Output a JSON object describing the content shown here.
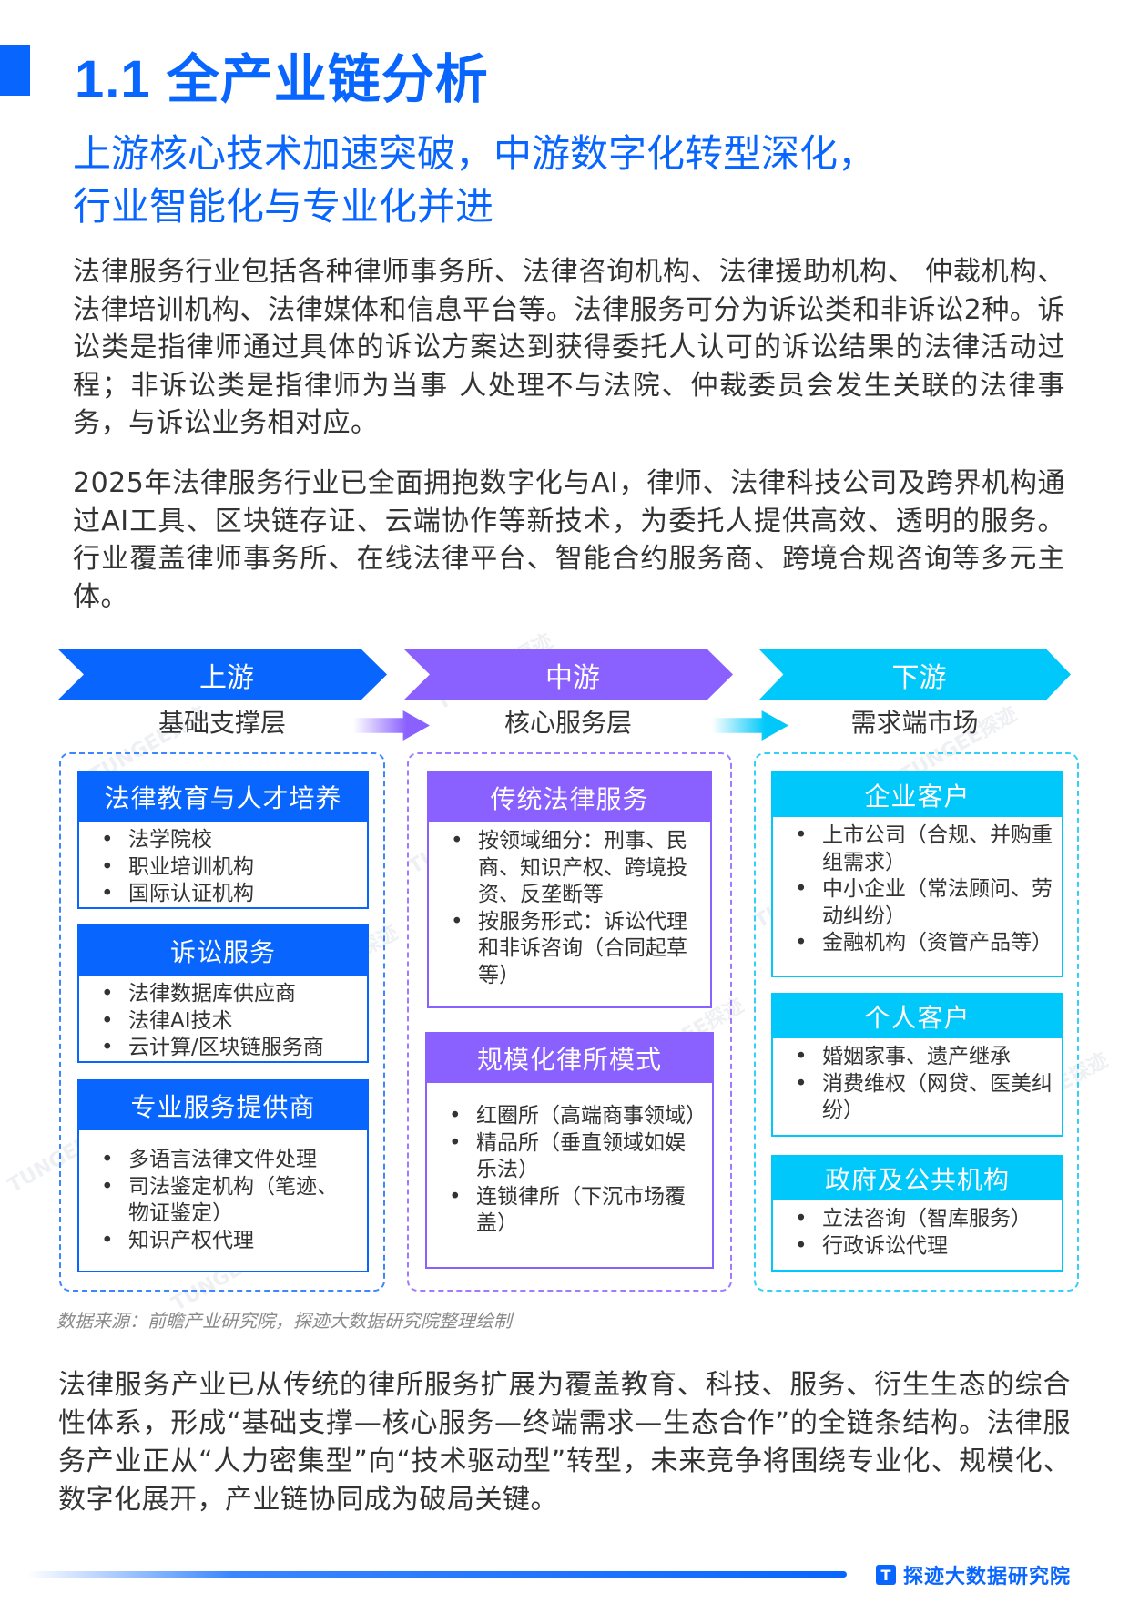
{
  "header": {
    "title": "1.1 全产业链分析",
    "subtitle_line1": "上游核心技术加速突破，中游数字化转型深化，",
    "subtitle_line2": "行业智能化与专业化并进"
  },
  "paragraphs": {
    "intro": "法律服务行业包括各种律师事务所、法律咨询机构、法律援助机构、 仲裁机构、法律培训机构、法律媒体和信息平台等。法律服务可分为诉讼类和非诉讼2种。诉讼类是指律师通过具体的诉讼方案达到获得委托人认可的诉讼结果的法律活动过程；非诉讼类是指律师为当事 人处理不与法院、仲裁委员会发生关联的法律事务，与诉讼业务相对应。",
    "trend": "2025年法律服务行业已全面拥抱数字化与AI，律师、法律科技公司及跨界机构通过AI工具、区块链存证、云端协作等新技术，为委托人提供高效、透明的服务。行业覆盖律师事务所、在线法律平台、智能合约服务商、跨境合规咨询等多元主体。",
    "conclusion": "法律服务产业已从传统的律所服务扩展为覆盖教育、科技、服务、衍生生态的综合性体系，形成“基础支撑—核心服务—终端需求—生态合作”的全链条结构。法律服务产业正从“人力密集型”向“技术驱动型”转型，未来竞争将围绕专业化、规模化、数字化展开，产业链协同成为破局关键。"
  },
  "diagram": {
    "colors": {
      "upstream": "#0866ff",
      "midstream": "#8a60ff",
      "downstream": "#00c8fa"
    },
    "upstream": {
      "stage": "上游",
      "layer": "基础支撑层",
      "cards": [
        {
          "title": "法律教育与人才培养",
          "items": [
            "法学院校",
            "职业培训机构",
            "国际认证机构"
          ]
        },
        {
          "title": "诉讼服务",
          "items": [
            "法律数据库供应商",
            "法律AI技术",
            "云计算/区块链服务商"
          ]
        },
        {
          "title": "专业服务提供商",
          "items": [
            "多语言法律文件处理",
            "司法鉴定机构（笔迹、物证鉴定）",
            "知识产权代理"
          ]
        }
      ]
    },
    "midstream": {
      "stage": "中游",
      "layer": "核心服务层",
      "cards": [
        {
          "title": "传统法律服务",
          "items": [
            "按领域细分：刑事、民商、知识产权、跨境投资、反垄断等",
            "按服务形式：诉讼代理和非诉咨询（合同起草等）"
          ]
        },
        {
          "title": "规模化律所模式",
          "items": [
            "红圈所（高端商事领域）",
            "精品所（垂直领域如娱乐法）",
            "连锁律所（下沉市场覆盖）"
          ]
        }
      ]
    },
    "downstream": {
      "stage": "下游",
      "layer": "需求端市场",
      "cards": [
        {
          "title": "企业客户",
          "items": [
            "上市公司（合规、并购重组需求）",
            "中小企业（常法顾问、劳动纠纷）",
            "金融机构（资管产品等）"
          ]
        },
        {
          "title": "个人客户",
          "items": [
            "婚姻家事、遗产继承",
            "消费维权（网贷、医美纠纷）"
          ]
        },
        {
          "title": "政府及公共机构",
          "items": [
            "立法咨询（智库服务）",
            "行政诉讼代理"
          ]
        }
      ]
    },
    "source": "数据来源：前瞻产业研究院，探迹大数据研究院整理绘制",
    "watermark": "TUNGEE探迹"
  },
  "footer": {
    "brand_icon": "tungee-logo-icon",
    "brand_name": "探迹大数据研究院"
  }
}
